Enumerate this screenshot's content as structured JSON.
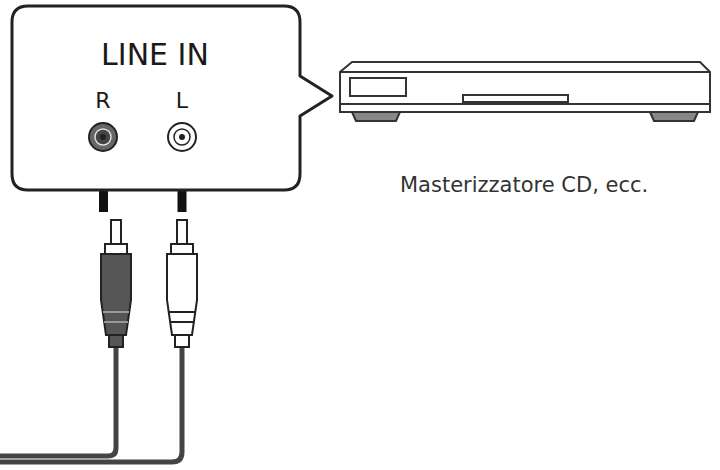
{
  "diagram": {
    "nodes": [
      {
        "text": [
          "LINE IN",
          "R",
          "L"
        ]
      }
    ],
    "labels": [
      "Masterizzatore CD, ecc."
    ]
  }
}
